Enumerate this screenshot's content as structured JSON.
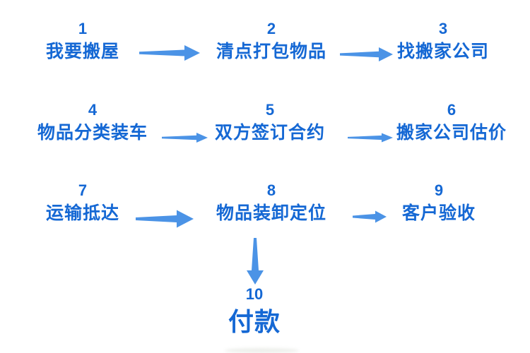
{
  "colors": {
    "background": "#ffffff",
    "step_text_blue": "#1568d4",
    "arrow_blue": "#4b93e6"
  },
  "flowchart": {
    "description": "moving-house process flow, 10 numbered steps",
    "steps": [
      {
        "num": "1",
        "label": "我要搬屋"
      },
      {
        "num": "2",
        "label": "清点打包物品"
      },
      {
        "num": "3",
        "label": "找搬家公司"
      },
      {
        "num": "4",
        "label": "物品分类装车"
      },
      {
        "num": "5",
        "label": "双方签订合约"
      },
      {
        "num": "6",
        "label": "搬家公司估价"
      },
      {
        "num": "7",
        "label": "运输抵达"
      },
      {
        "num": "8",
        "label": "物品装卸定位"
      },
      {
        "num": "9",
        "label": "客户验收"
      },
      {
        "num": "10",
        "label": "付款"
      }
    ],
    "connections": [
      {
        "from": "1",
        "to": "2",
        "direction": "right"
      },
      {
        "from": "2",
        "to": "3",
        "direction": "right"
      },
      {
        "from": "4",
        "to": "5",
        "direction": "right"
      },
      {
        "from": "5",
        "to": "6",
        "direction": "right"
      },
      {
        "from": "7",
        "to": "8",
        "direction": "right"
      },
      {
        "from": "8",
        "to": "9",
        "direction": "right"
      },
      {
        "from": "8",
        "to": "10",
        "direction": "down"
      }
    ]
  }
}
